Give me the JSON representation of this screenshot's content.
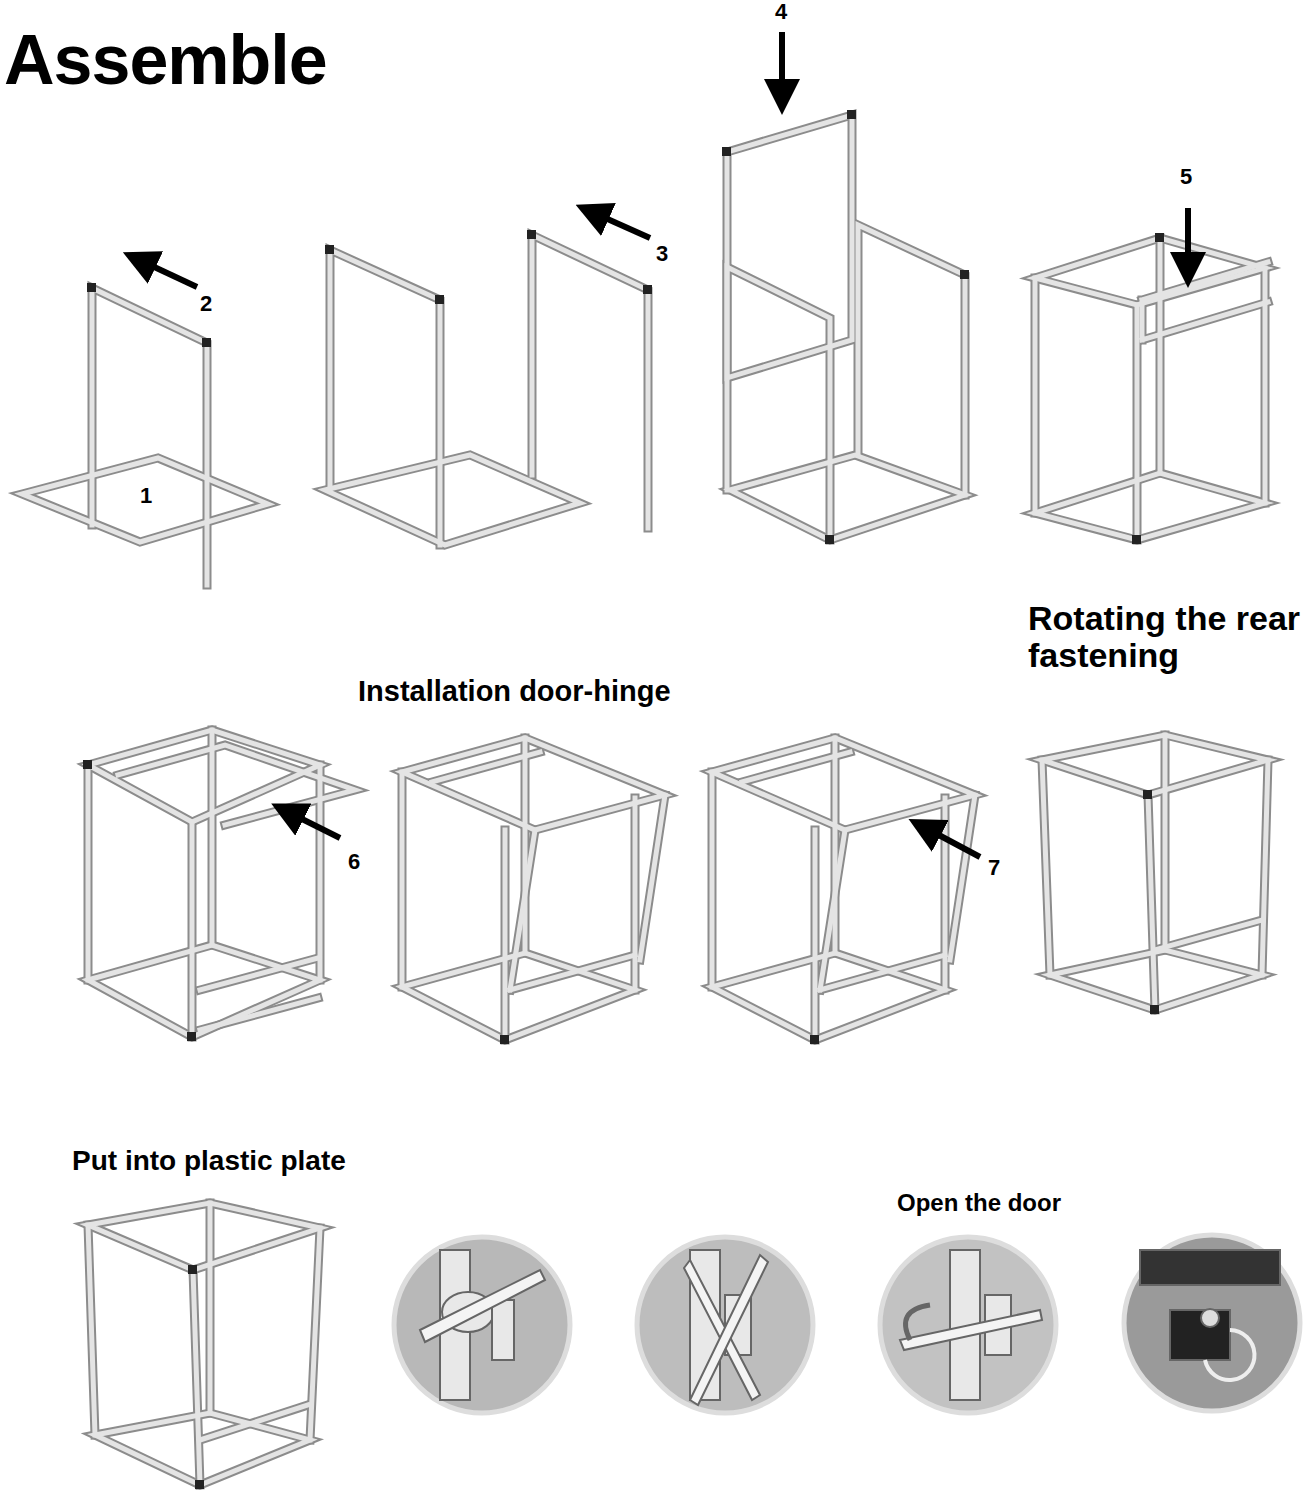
{
  "diagram": {
    "title": "Assemble",
    "labels": [
      "1",
      "2",
      "3",
      "4",
      "5",
      "6",
      "7",
      "Installation door-hinge",
      "Rotating the rear fastening",
      "Put into plastic plate",
      "Open the door"
    ]
  }
}
